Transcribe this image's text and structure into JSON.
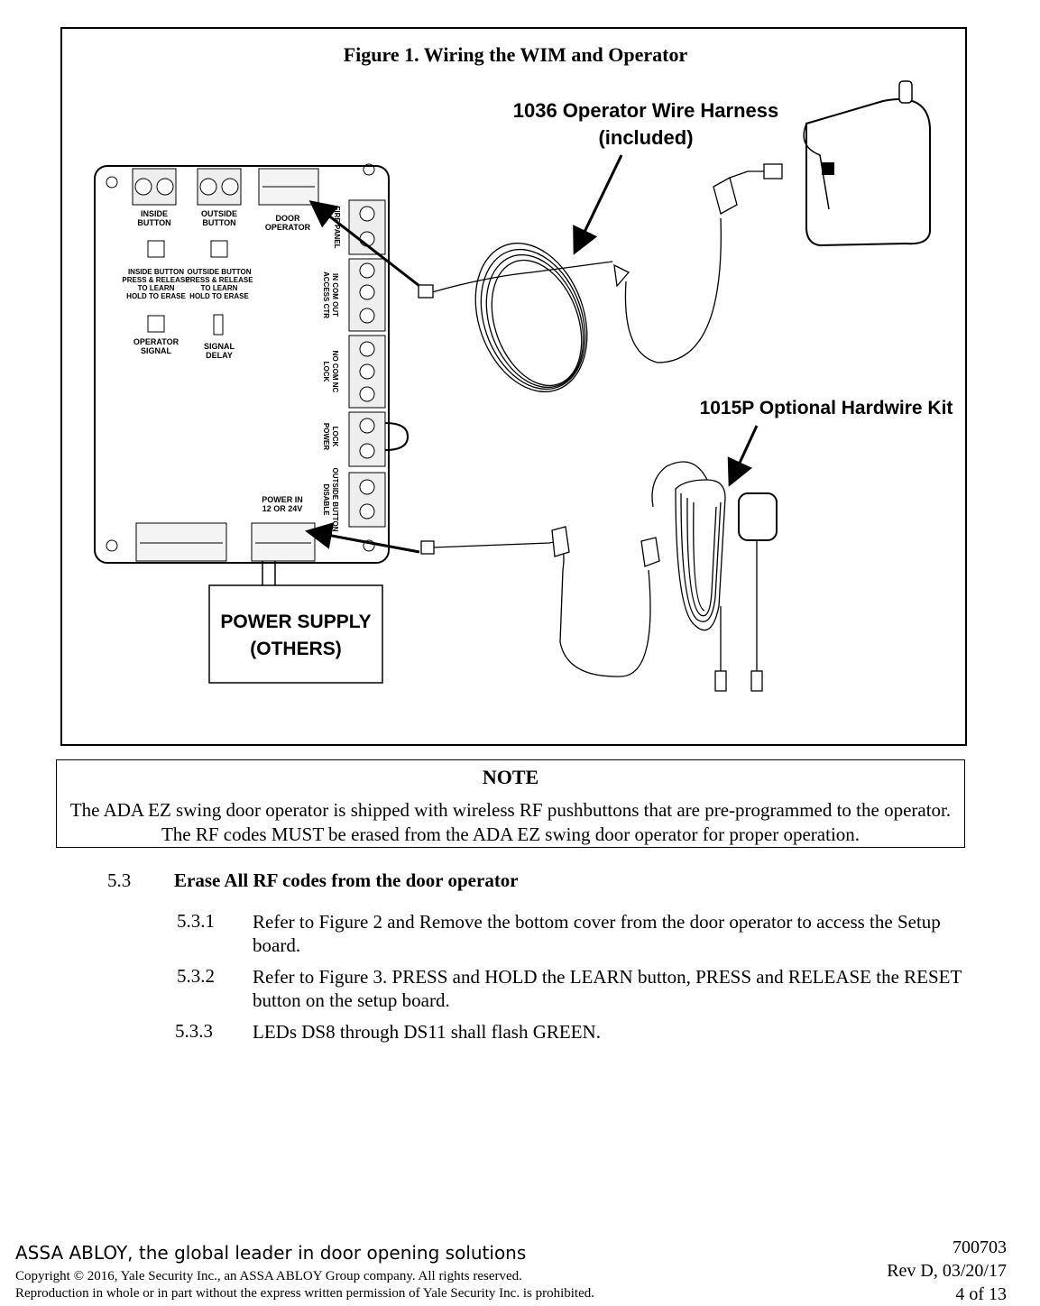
{
  "figure": {
    "title": "Figure 1. Wiring the WIM and Operator",
    "callouts": {
      "harness_line1": "1036 Operator Wire Harness",
      "harness_line2": "(included)",
      "kit": "1015P Optional Hardwire Kit",
      "power_line1": "POWER SUPPLY",
      "power_line2": "(OTHERS)"
    },
    "board_labels": {
      "inside_button": [
        "INSIDE",
        "BUTTON"
      ],
      "outside_button": [
        "OUTSIDE",
        "BUTTON"
      ],
      "door_operator": [
        "DOOR",
        "OPERATOR"
      ],
      "inside_learn": [
        "INSIDE BUTTON",
        "PRESS & RELEASE",
        "TO LEARN",
        "HOLD TO ERASE"
      ],
      "outside_learn": [
        "OUTSIDE BUTTON",
        "PRESS & RELEASE",
        "TO LEARN",
        "HOLD TO ERASE"
      ],
      "operator_signal": [
        "OPERATOR",
        "SIGNAL"
      ],
      "signal_delay": [
        "SIGNAL",
        "DELAY"
      ],
      "power_in": [
        "POWER IN",
        "12 OR 24V"
      ],
      "fire_panel": "FIRE PANEL",
      "access_ctr": [
        "IN COM OUT",
        "ACCESS CTR"
      ],
      "lock": [
        "NO COM NC",
        "LOCK"
      ],
      "lock_power": [
        "LOCK",
        "POWER"
      ],
      "outside_disable": [
        "OUTSIDE BUTTON",
        "DISABLE"
      ]
    }
  },
  "note": {
    "title": "NOTE",
    "text": "The ADA EZ swing door operator is shipped with wireless RF pushbuttons that are pre-programmed to the operator.  The RF codes MUST be erased from the ADA EZ swing door operator for proper operation."
  },
  "section": {
    "number": "5.3",
    "title": "Erase All RF codes from the door operator",
    "steps": [
      {
        "num": "5.3.1",
        "text": "Refer to Figure 2 and Remove the bottom cover from the door operator to access the Setup board."
      },
      {
        "num": "5.3.2",
        "text": "Refer to Figure 3.  PRESS and HOLD the LEARN button, PRESS and RELEASE the RESET button on the setup board."
      },
      {
        "num": "5.3.3",
        "text": "LEDs DS8 through DS11 shall flash GREEN."
      }
    ]
  },
  "footer": {
    "brand": "ASSA ABLOY, the global leader in door opening solutions",
    "copyright": "Copyright © 2016, Yale Security Inc., an ASSA ABLOY Group company. All rights reserved.",
    "reproduction": "Reproduction in whole or in part without the express written permission of Yale Security Inc. is prohibited.",
    "doc_number": "700703",
    "revision": "Rev D, 03/20/17",
    "page": "4 of 13"
  }
}
